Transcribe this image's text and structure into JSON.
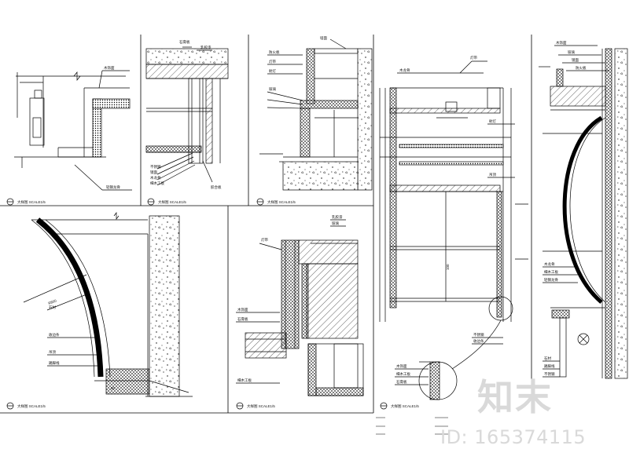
{
  "sheet": {
    "detail_titles": [
      {
        "id": "d1",
        "text": "大样图  SCALE1/5"
      },
      {
        "id": "d2",
        "text": "大样图  SCALE1/5"
      },
      {
        "id": "d3",
        "text": "大样图  SCALE1/5"
      },
      {
        "id": "d4",
        "text": "大样图  SCALE1/5"
      },
      {
        "id": "d5",
        "text": "大样图  SCALE1/5"
      },
      {
        "id": "d6",
        "text": "大样图  SCALE1/5"
      }
    ],
    "dimensions": [
      "20",
      "100",
      "R800"
    ],
    "callouts": [
      "木饰面",
      "轻钢龙骨",
      "石膏板",
      "乳胶漆",
      "不锈钢",
      "镜面",
      "木龙骨",
      "细木工板",
      "胶合板",
      "防火板",
      "灯带",
      "射灯",
      "玻璃",
      "墙面",
      "石材",
      "收边条",
      "吊顶",
      "踢脚线"
    ]
  },
  "watermark": {
    "logo_text": "知末",
    "id_text": "ID: 165374115"
  },
  "colors": {
    "line": "#000000",
    "paper": "#ffffff",
    "watermark": "#d9d9d9"
  }
}
